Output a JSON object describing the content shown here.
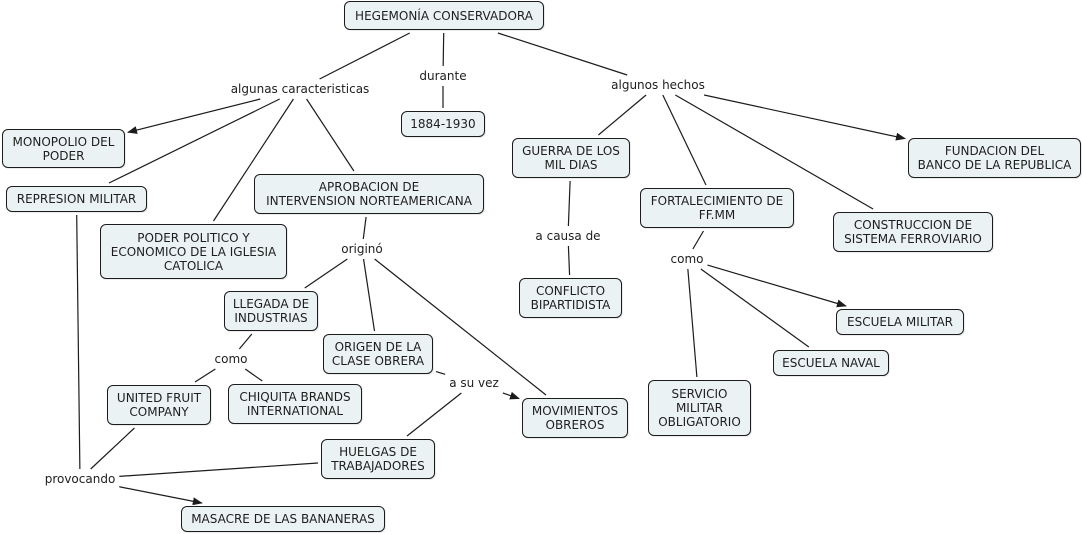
{
  "title": "HEGEMONÍA CONSERVADORA",
  "colors": {
    "node_fill": "#ebf2f4",
    "node_border": "#1c1c1c",
    "line": "#1c1c1c",
    "background": "#ffffff"
  },
  "nodes": {
    "hegemonia": "HEGEMONÍA CONSERVADORA",
    "years": "1884-1930",
    "monopolio": "MONOPOLIO DEL\nPODER",
    "represion": "REPRESION MILITAR",
    "iglesia": "PODER POLITICO Y\nECONOMICO DE LA IGLESIA\nCATOLICA",
    "intervencion": "APROBACION DE\nINTERVENSION NORTEAMERICANA",
    "industrias": "LLEGADA DE\nINDUSTRIAS",
    "united": "UNITED FRUIT\nCOMPANY",
    "chiquita": "CHIQUITA BRANDS\nINTERNATIONAL",
    "clase_obrera": "ORIGEN DE LA\nCLASE OBRERA",
    "movimientos": "MOVIMIENTOS\nOBREROS",
    "huelgas": "HUELGAS DE\nTRABAJADORES",
    "masacre": "MASACRE DE LAS BANANERAS",
    "guerra": "GUERRA DE LOS\nMIL DIAS",
    "conflicto": "CONFLICTO\nBIPARTIDISTA",
    "ffmm": "FORTALECIMIENTO DE\nFF.MM",
    "servicio": "SERVICIO\nMILITAR\nOBLIGATORIO",
    "naval": "ESCUELA NAVAL",
    "militar": "ESCUELA MILITAR",
    "ferroviario": "CONSTRUCCION DE\nSISTEMA FERROVIARIO",
    "banco": "FUNDACION DEL\nBANCO DE LA REPUBLICA"
  },
  "links": {
    "caracteristicas": "algunas caracteristicas",
    "durante": "durante",
    "hechos": "algunos hechos",
    "origino": "originó",
    "como_industrias": "como",
    "su_vez": "a su vez",
    "provocando": "provocando",
    "causa": "a causa de",
    "como_ffmm": "como"
  },
  "connections": [
    {
      "from": "hegemonia",
      "to": "caracteristicas",
      "arrow": false
    },
    {
      "from": "hegemonia",
      "to": "durante",
      "arrow": false
    },
    {
      "from": "durante",
      "to": "years",
      "arrow": false
    },
    {
      "from": "hegemonia",
      "to": "hechos",
      "arrow": false
    },
    {
      "from": "caracteristicas",
      "to": "monopolio",
      "arrow": true
    },
    {
      "from": "caracteristicas",
      "to": "represion",
      "arrow": false
    },
    {
      "from": "caracteristicas",
      "to": "iglesia",
      "arrow": false
    },
    {
      "from": "caracteristicas",
      "to": "intervencion",
      "arrow": false
    },
    {
      "from": "intervencion",
      "to": "origino",
      "arrow": false
    },
    {
      "from": "origino",
      "to": "industrias",
      "arrow": false
    },
    {
      "from": "origino",
      "to": "clase_obrera",
      "arrow": false
    },
    {
      "from": "origino",
      "to": "movimientos",
      "arrow": false
    },
    {
      "from": "industrias",
      "to": "como_industrias",
      "arrow": false
    },
    {
      "from": "como_industrias",
      "to": "united",
      "arrow": false
    },
    {
      "from": "como_industrias",
      "to": "chiquita",
      "arrow": false
    },
    {
      "from": "clase_obrera",
      "to": "su_vez",
      "arrow": false
    },
    {
      "from": "huelgas",
      "to": "su_vez",
      "arrow": false
    },
    {
      "from": "su_vez",
      "to": "movimientos",
      "arrow": true
    },
    {
      "from": "represion",
      "to": "provocando",
      "arrow": false
    },
    {
      "from": "united",
      "to": "provocando",
      "arrow": false
    },
    {
      "from": "huelgas",
      "to": "provocando",
      "arrow": false
    },
    {
      "from": "provocando",
      "to": "masacre",
      "arrow": true
    },
    {
      "from": "hechos",
      "to": "guerra",
      "arrow": false
    },
    {
      "from": "guerra",
      "to": "causa",
      "arrow": false
    },
    {
      "from": "causa",
      "to": "conflicto",
      "arrow": false
    },
    {
      "from": "hechos",
      "to": "ffmm",
      "arrow": false
    },
    {
      "from": "hechos",
      "to": "ferroviario",
      "arrow": false
    },
    {
      "from": "hechos",
      "to": "banco",
      "arrow": true
    },
    {
      "from": "ffmm",
      "to": "como_ffmm",
      "arrow": false
    },
    {
      "from": "como_ffmm",
      "to": "servicio",
      "arrow": false
    },
    {
      "from": "como_ffmm",
      "to": "naval",
      "arrow": false
    },
    {
      "from": "como_ffmm",
      "to": "militar",
      "arrow": true
    }
  ]
}
